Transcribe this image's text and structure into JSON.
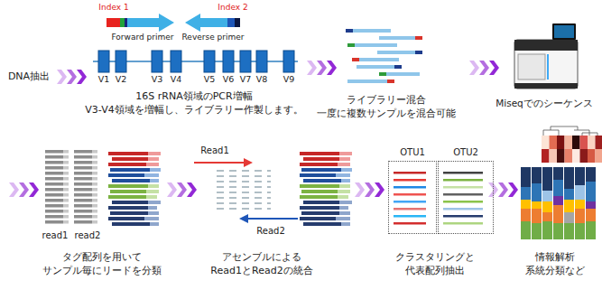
{
  "diagram": {
    "nodes": [
      {
        "text": [
          "OTU1"
        ]
      },
      {
        "text": [
          "OTU2"
        ]
      }
    ],
    "labels": [
      "Index 1",
      "Index 2",
      "DNA抽出",
      "Forward primer",
      "Reverse primer",
      "V1",
      "V2",
      "V3",
      "V4",
      "V5",
      "V6",
      "V7",
      "V8",
      "V9",
      "16S rRNA領域のPCR増幅",
      "V3-V4領域を増幅し、ライブラリー作製します。",
      "ライブラリー混合",
      "一度に複数サンプルを混合可能",
      "Miseqでのシーケンス",
      "read1",
      "read2",
      "Read1",
      "Read2",
      "タグ配列を用いて",
      "サンプル毎にリードを分類",
      "アセンブルによる",
      "Read1とRead2の統合",
      "クラスタリングと",
      "代表配列抽出",
      "情報解析",
      "系統分類など"
    ]
  }
}
